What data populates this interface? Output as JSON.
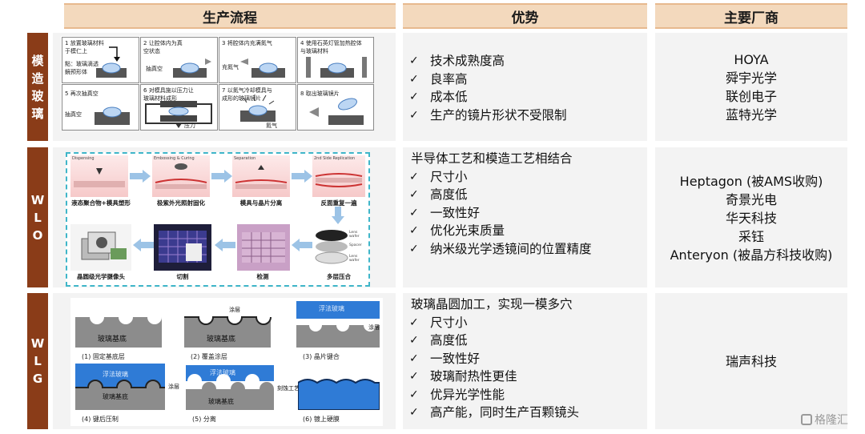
{
  "headers": {
    "process": "生产流程",
    "advantages": "优势",
    "vendors": "主要厂商"
  },
  "rows": {
    "molded_glass": {
      "label": [
        "模",
        "造",
        "玻",
        "璃"
      ],
      "steps": [
        {
          "num": "1",
          "text": "放置玻璃材料\n于模仁上",
          "sub": "點：玻璃滴透\n鏡预形体",
          "icon": "arrow-down"
        },
        {
          "num": "2",
          "text": "让腔体内为真\n空状态",
          "sub": "抽真空"
        },
        {
          "num": "3",
          "text": "将腔体内充满氮气",
          "sub": "充氮气"
        },
        {
          "num": "4",
          "text": "使用石英灯管加热腔体\n与玻璃材料",
          "sub": ""
        },
        {
          "num": "5",
          "text": "再次抽真空",
          "sub": "抽真空"
        },
        {
          "num": "6",
          "text": "对模具施以压力让\n玻璃材料成形",
          "sub": "压力"
        },
        {
          "num": "7",
          "text": "以氮气冷却模具与\n成形的玻璃镜片",
          "sub": "氮气"
        },
        {
          "num": "8",
          "text": "取出玻璃镜片",
          "sub": ""
        }
      ],
      "advantages": [
        "技术成熟度高",
        "良率高",
        "成本低",
        "生产的镜片形状不受限制"
      ],
      "vendors": [
        "HOYA",
        "舜宇光学",
        "联创电子",
        "蓝特光学"
      ]
    },
    "wlo": {
      "label": [
        "W",
        "L",
        "O"
      ],
      "top_steps": [
        "液态聚合物+模具塑形",
        "极紫外光照射固化",
        "模具与晶片分离",
        "反面重复一遍"
      ],
      "top_step_titles": [
        "Dispensing",
        "Embossing & Curing",
        "Separation",
        "2nd Side Replication"
      ],
      "bottom_steps": [
        "晶圆级光学摄像头",
        "切割",
        "检测",
        "多层压合"
      ],
      "layer_labels": [
        "Lens wafer",
        "Spacer",
        "Lens wafer"
      ],
      "advantages_head": "半导体工艺和模造工艺相结合",
      "advantages": [
        "尺寸小",
        "高度低",
        "一致性好",
        "优化光束质量",
        "纳米级光学透镜间的位置精度"
      ],
      "vendors": [
        "Heptagon (被AMS收购)",
        "奇景光电",
        "华天科技",
        "采钰",
        "Anteryon (被晶方科技收购)"
      ]
    },
    "wlg": {
      "label": [
        "W",
        "L",
        "G"
      ],
      "steps": [
        "(1) 固定基底层",
        "(2) 覆盖涂层",
        "(3) 晶片键合",
        "(4) 键后压制",
        "(5) 分离",
        "(6) 镀上硬膜"
      ],
      "in_figure_text": {
        "substrate": "玻璃基底",
        "float": "浮法玻璃",
        "coating": "涂层",
        "process": "刻蚀工艺"
      },
      "advantages_head": "玻璃晶圆加工，实现一模多穴",
      "advantages": [
        "尺寸小",
        "高度低",
        "一致性好",
        "玻璃耐热性更佳",
        "优异光学性能",
        "高产能，同时生产百颗镜头"
      ],
      "vendors": [
        "瑞声科技"
      ]
    }
  },
  "check_mark": "✓",
  "watermark": "格隆汇",
  "colors": {
    "header_bg": "#f3d9bd",
    "label_bg": "#8a3c18",
    "cell_bg": "#f3f3f3",
    "glass_blue": "#2f7bd6",
    "substrate_gray": "#8c8c8c"
  }
}
